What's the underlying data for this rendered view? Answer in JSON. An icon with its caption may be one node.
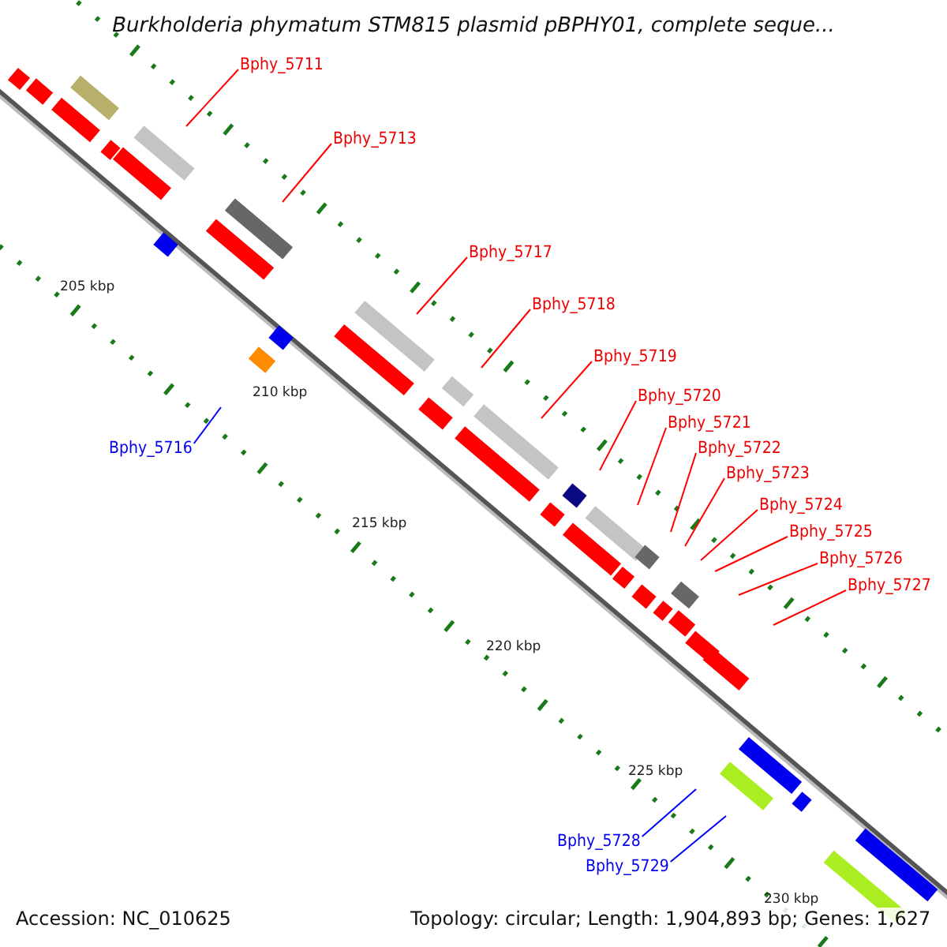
{
  "diagram": {
    "title": "Burkholderia phymatum STM815 plasmid pBPHY01, complete seque...",
    "nodes": [
      {
        "text": [
          "Bphy_5711"
        ]
      },
      {
        "text": [
          "Bphy_5713"
        ]
      },
      {
        "text": [
          "Bphy_5717"
        ]
      },
      {
        "text": [
          "Bphy_5718"
        ]
      },
      {
        "text": [
          "Bphy_5719"
        ]
      },
      {
        "text": [
          "Bphy_5720"
        ]
      },
      {
        "text": [
          "Bphy_5721"
        ]
      },
      {
        "text": [
          "Bphy_5716"
        ]
      },
      {
        "text": [
          "Bphy_5722"
        ]
      },
      {
        "text": [
          "Bphy_5723"
        ]
      },
      {
        "text": [
          "Bphy_5724"
        ]
      },
      {
        "text": [
          "Bphy_5725"
        ]
      },
      {
        "text": [
          "Bphy_5726"
        ]
      },
      {
        "text": [
          "Bphy_5727"
        ]
      },
      {
        "text": [
          "Bphy_5728"
        ]
      },
      {
        "text": [
          "Bphy_5729"
        ]
      }
    ],
    "edges": [
      {
        "from": 0,
        "to": null,
        "arrow": "none"
      },
      {
        "from": 1,
        "to": null,
        "arrow": "none"
      },
      {
        "from": 2,
        "to": null,
        "arrow": "none"
      },
      {
        "from": 3,
        "to": null,
        "arrow": "none"
      },
      {
        "from": 4,
        "to": null,
        "arrow": "none"
      },
      {
        "from": 5,
        "to": null,
        "arrow": "none"
      },
      {
        "from": 6,
        "to": null,
        "arrow": "none"
      },
      {
        "from": 7,
        "to": null,
        "arrow": "none",
        "color": "#0000ff"
      },
      {
        "from": 8,
        "to": null,
        "arrow": "none"
      },
      {
        "from": 9,
        "to": null,
        "arrow": "none"
      },
      {
        "from": 10,
        "to": null,
        "arrow": "none"
      },
      {
        "from": 11,
        "to": null,
        "arrow": "none"
      },
      {
        "from": 12,
        "to": null,
        "arrow": "none"
      },
      {
        "from": 13,
        "to": null,
        "arrow": "none"
      },
      {
        "from": 14,
        "to": null,
        "arrow": "none",
        "color": "#0000ff"
      },
      {
        "from": 15,
        "to": null,
        "arrow": "none",
        "color": "#0000ff"
      }
    ],
    "labels": [
      "205 kbp",
      "210 kbp",
      "215 kbp",
      "220 kbp",
      "225 kbp",
      "230 kbp",
      "Accession: NC_010625",
      "Topology: circular; Length: 1,904,893 bp; Genes: 1,627"
    ]
  }
}
